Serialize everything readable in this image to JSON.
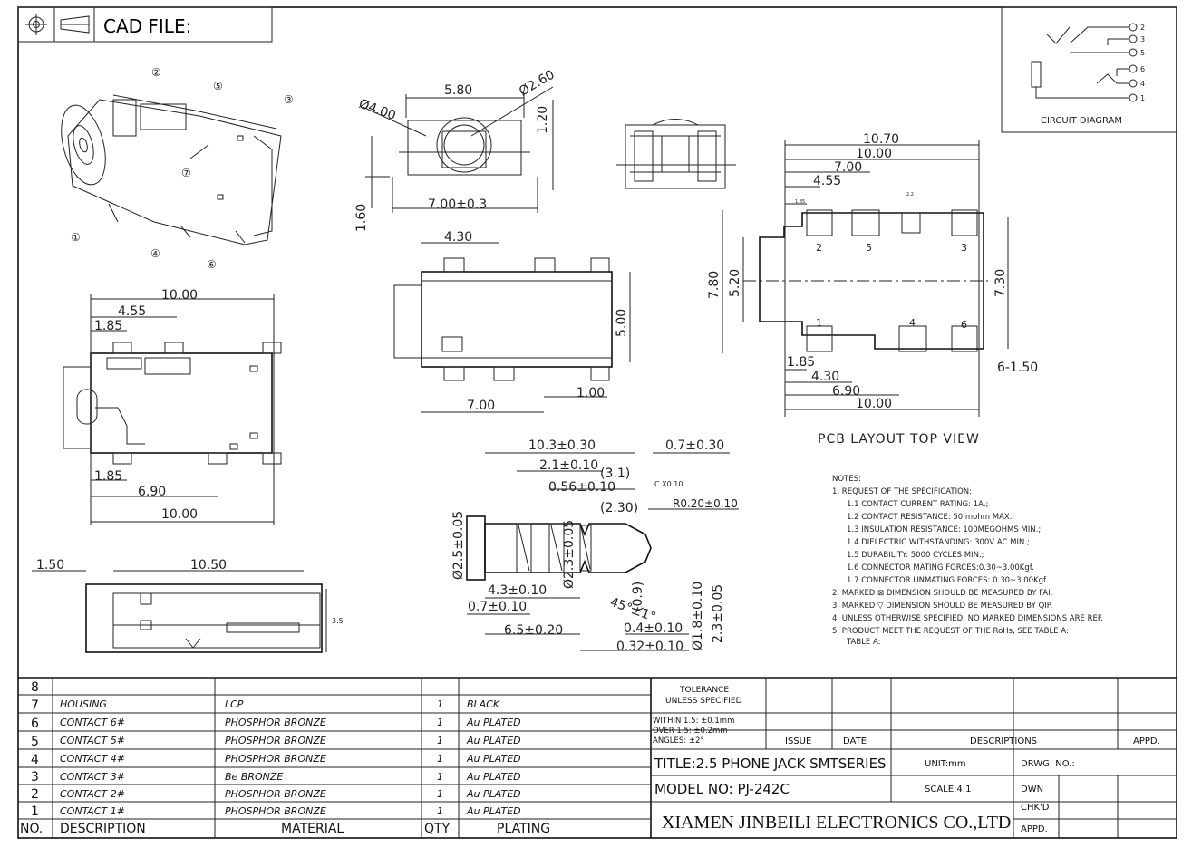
{
  "header": {
    "title": "CAD FILE:"
  },
  "circuit": {
    "label": "CIRCUIT DIAGRAM",
    "pins": [
      "2",
      "3",
      "5",
      "6",
      "4",
      "1"
    ]
  },
  "iso_callouts": [
    "②",
    "⑤",
    "③",
    "⑦",
    "①",
    "④",
    "⑥"
  ],
  "top_view": {
    "d1": "5.80",
    "d2": "Ø4.00",
    "d3": "Ø2.60",
    "d4": "1.20",
    "d5": "1.60",
    "d6": "7.00±0.3"
  },
  "side_view": {
    "d1": "4.30",
    "d2": "5.00",
    "d3": "7.00",
    "d4": "1.00"
  },
  "left_view": {
    "d1": "10.00",
    "d2": "4.55",
    "d3": "1.85",
    "d4": "1.85",
    "d5": "6.90",
    "d6": "10.00"
  },
  "bottom_view": {
    "d1": "1.50",
    "d2": "10.50",
    "d3": "3.5"
  },
  "plug": {
    "d1": "10.3±0.30",
    "d2": "0.7±0.30",
    "d3": "2.1±0.10",
    "d4": "(3.1)",
    "d5": "0.56±0.10",
    "d6": "C X0.10",
    "d7": "(2.30)",
    "d8": "R0.20±0.10",
    "d9": "Ø2.5±0.05",
    "d10": "Ø2.3±0.05",
    "d11": "4.3±0.10",
    "d12": "0.7±0.10",
    "d13": "45°±1°",
    "d14": "(0.9)",
    "d15": "6.5±0.20",
    "d16": "0.4±0.10",
    "d17": "0.32±0.10",
    "d18": "Ø1.8±0.10",
    "d19": "2.3±0.05"
  },
  "pcb": {
    "w1": "10.70",
    "w2": "10.00",
    "w3": "7.00",
    "w4": "4.55",
    "w5": "1.85",
    "w6": "2.2",
    "h1": "7.80",
    "h2": "5.20",
    "h3": "7.30",
    "b1": "1.85",
    "b2": "4.30",
    "b3": "6.90",
    "b4": "10.00",
    "b5": "6-1.50",
    "pins_top": [
      "2",
      "5",
      "3"
    ],
    "pins_bottom": [
      "1",
      "4",
      "6"
    ],
    "caption": "PCB LAYOUT TOP VIEW"
  },
  "notes": [
    "NOTES:",
    "1. REQUEST OF THE SPECIFICATION:",
    "1.1 CONTACT CURRENT RATING: 1A.;",
    "1.2 CONTACT RESISTANCE: 50 mohm MAX.;",
    "1.3 INSULATION RESISTANCE: 100MEGOHMS MIN.;",
    "1.4 DIELECTRIC WITHSTANDING: 300V AC MIN.;",
    "1.5 DURABILITY: 5000 CYCLES MIN.;",
    "1.6 CONNECTOR MATING FORCES:0.30~3.00Kgf.",
    "1.7 CONNECTOR UNMATING FORCES: 0.30~3.00Kgf.",
    "2. MARKED ⊠ DIMENSION SHOULD BE MEASURED BY FAI.",
    "3. MARKED ▽ DIMENSION SHOULD BE MEASURED BY QIP.",
    "4. UNLESS OTHERWISE SPECIFIED, NO MARKED DIMENSIONS ARE REF.",
    "5. PRODUCT MEET THE REQUEST OF THE RoHs, SEE TABLE A:",
    "TABLE A:"
  ],
  "bom": {
    "rows": [
      {
        "no": "8",
        "desc": "",
        "mat": "",
        "qty": "",
        "plating": ""
      },
      {
        "no": "7",
        "desc": "HOUSING",
        "mat": "LCP",
        "qty": "1",
        "plating": "BLACK"
      },
      {
        "no": "6",
        "desc": "CONTACT 6#",
        "mat": "PHOSPHOR BRONZE",
        "qty": "1",
        "plating": "Au PLATED"
      },
      {
        "no": "5",
        "desc": "CONTACT 5#",
        "mat": "PHOSPHOR BRONZE",
        "qty": "1",
        "plating": "Au PLATED"
      },
      {
        "no": "4",
        "desc": "CONTACT 4#",
        "mat": "PHOSPHOR BRONZE",
        "qty": "1",
        "plating": "Au PLATED"
      },
      {
        "no": "3",
        "desc": "CONTACT 3#",
        "mat": "Be BRONZE",
        "qty": "1",
        "plating": "Au PLATED"
      },
      {
        "no": "2",
        "desc": "CONTACT 2#",
        "mat": "PHOSPHOR BRONZE",
        "qty": "1",
        "plating": "Au PLATED"
      },
      {
        "no": "1",
        "desc": "CONTACT 1#",
        "mat": "PHOSPHOR BRONZE",
        "qty": "1",
        "plating": "Au PLATED"
      }
    ],
    "headers": {
      "no": "NO.",
      "desc": "DESCRIPTION",
      "mat": "MATERIAL",
      "qty": "QTY",
      "plating": "PLATING"
    }
  },
  "titleblock": {
    "tol1": "TOLERANCE",
    "tol2": "UNLESS SPECIFIED",
    "tol3": "WITHIN 1.5: ±0.1mm",
    "tol4": "OVER 1.5:  ±0.2mm",
    "tol5": "ANGLES: ±2°",
    "issue": "ISSUE",
    "date": "DATE",
    "descriptions": "DESCRIPTIONS",
    "appd": "APPD.",
    "title": "TITLE:2.5 PHONE JACK SMTSERIES",
    "unit": "UNIT:mm",
    "drwg": "DRWG. NO.:",
    "model": "MODEL NO: PJ-242C",
    "scale": "SCALE:4:1",
    "dwn": "DWN",
    "chkd": "CHK'D",
    "company": "XIAMEN JINBEILI ELECTRONICS CO.,LTD",
    "appd2": "APPD."
  }
}
